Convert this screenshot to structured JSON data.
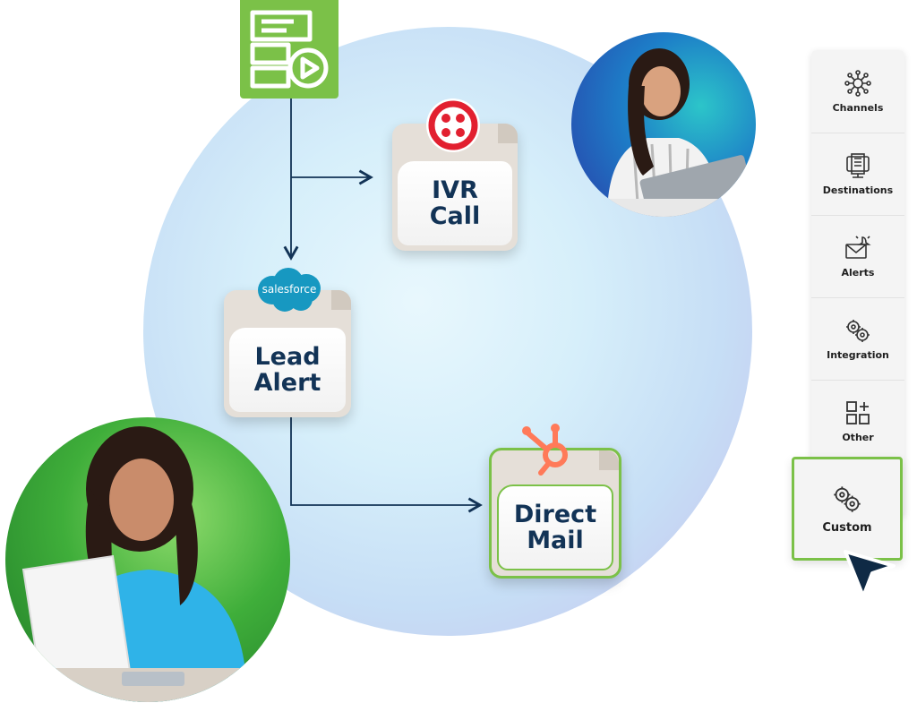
{
  "nodes": {
    "ivr": {
      "line1": "IVR",
      "line2": "Call"
    },
    "lead": {
      "line1": "Lead",
      "line2": "Alert"
    },
    "mail": {
      "line1": "Direct",
      "line2": "Mail"
    }
  },
  "logos": {
    "salesforce": "salesforce"
  },
  "panel": {
    "items": [
      {
        "label": "Channels",
        "icon": "channels-icon"
      },
      {
        "label": "Destinations",
        "icon": "destinations-icon"
      },
      {
        "label": "Alerts",
        "icon": "alerts-icon"
      },
      {
        "label": "Integration",
        "icon": "integration-icon"
      },
      {
        "label": "Other",
        "icon": "other-icon"
      }
    ],
    "custom": {
      "label": "Custom",
      "icon": "custom-icon"
    }
  },
  "colors": {
    "green": "#7bc148",
    "navy": "#123356",
    "twilio_red": "#e22030",
    "salesforce_blue": "#1798c1",
    "hubspot_orange": "#ff7a59"
  }
}
